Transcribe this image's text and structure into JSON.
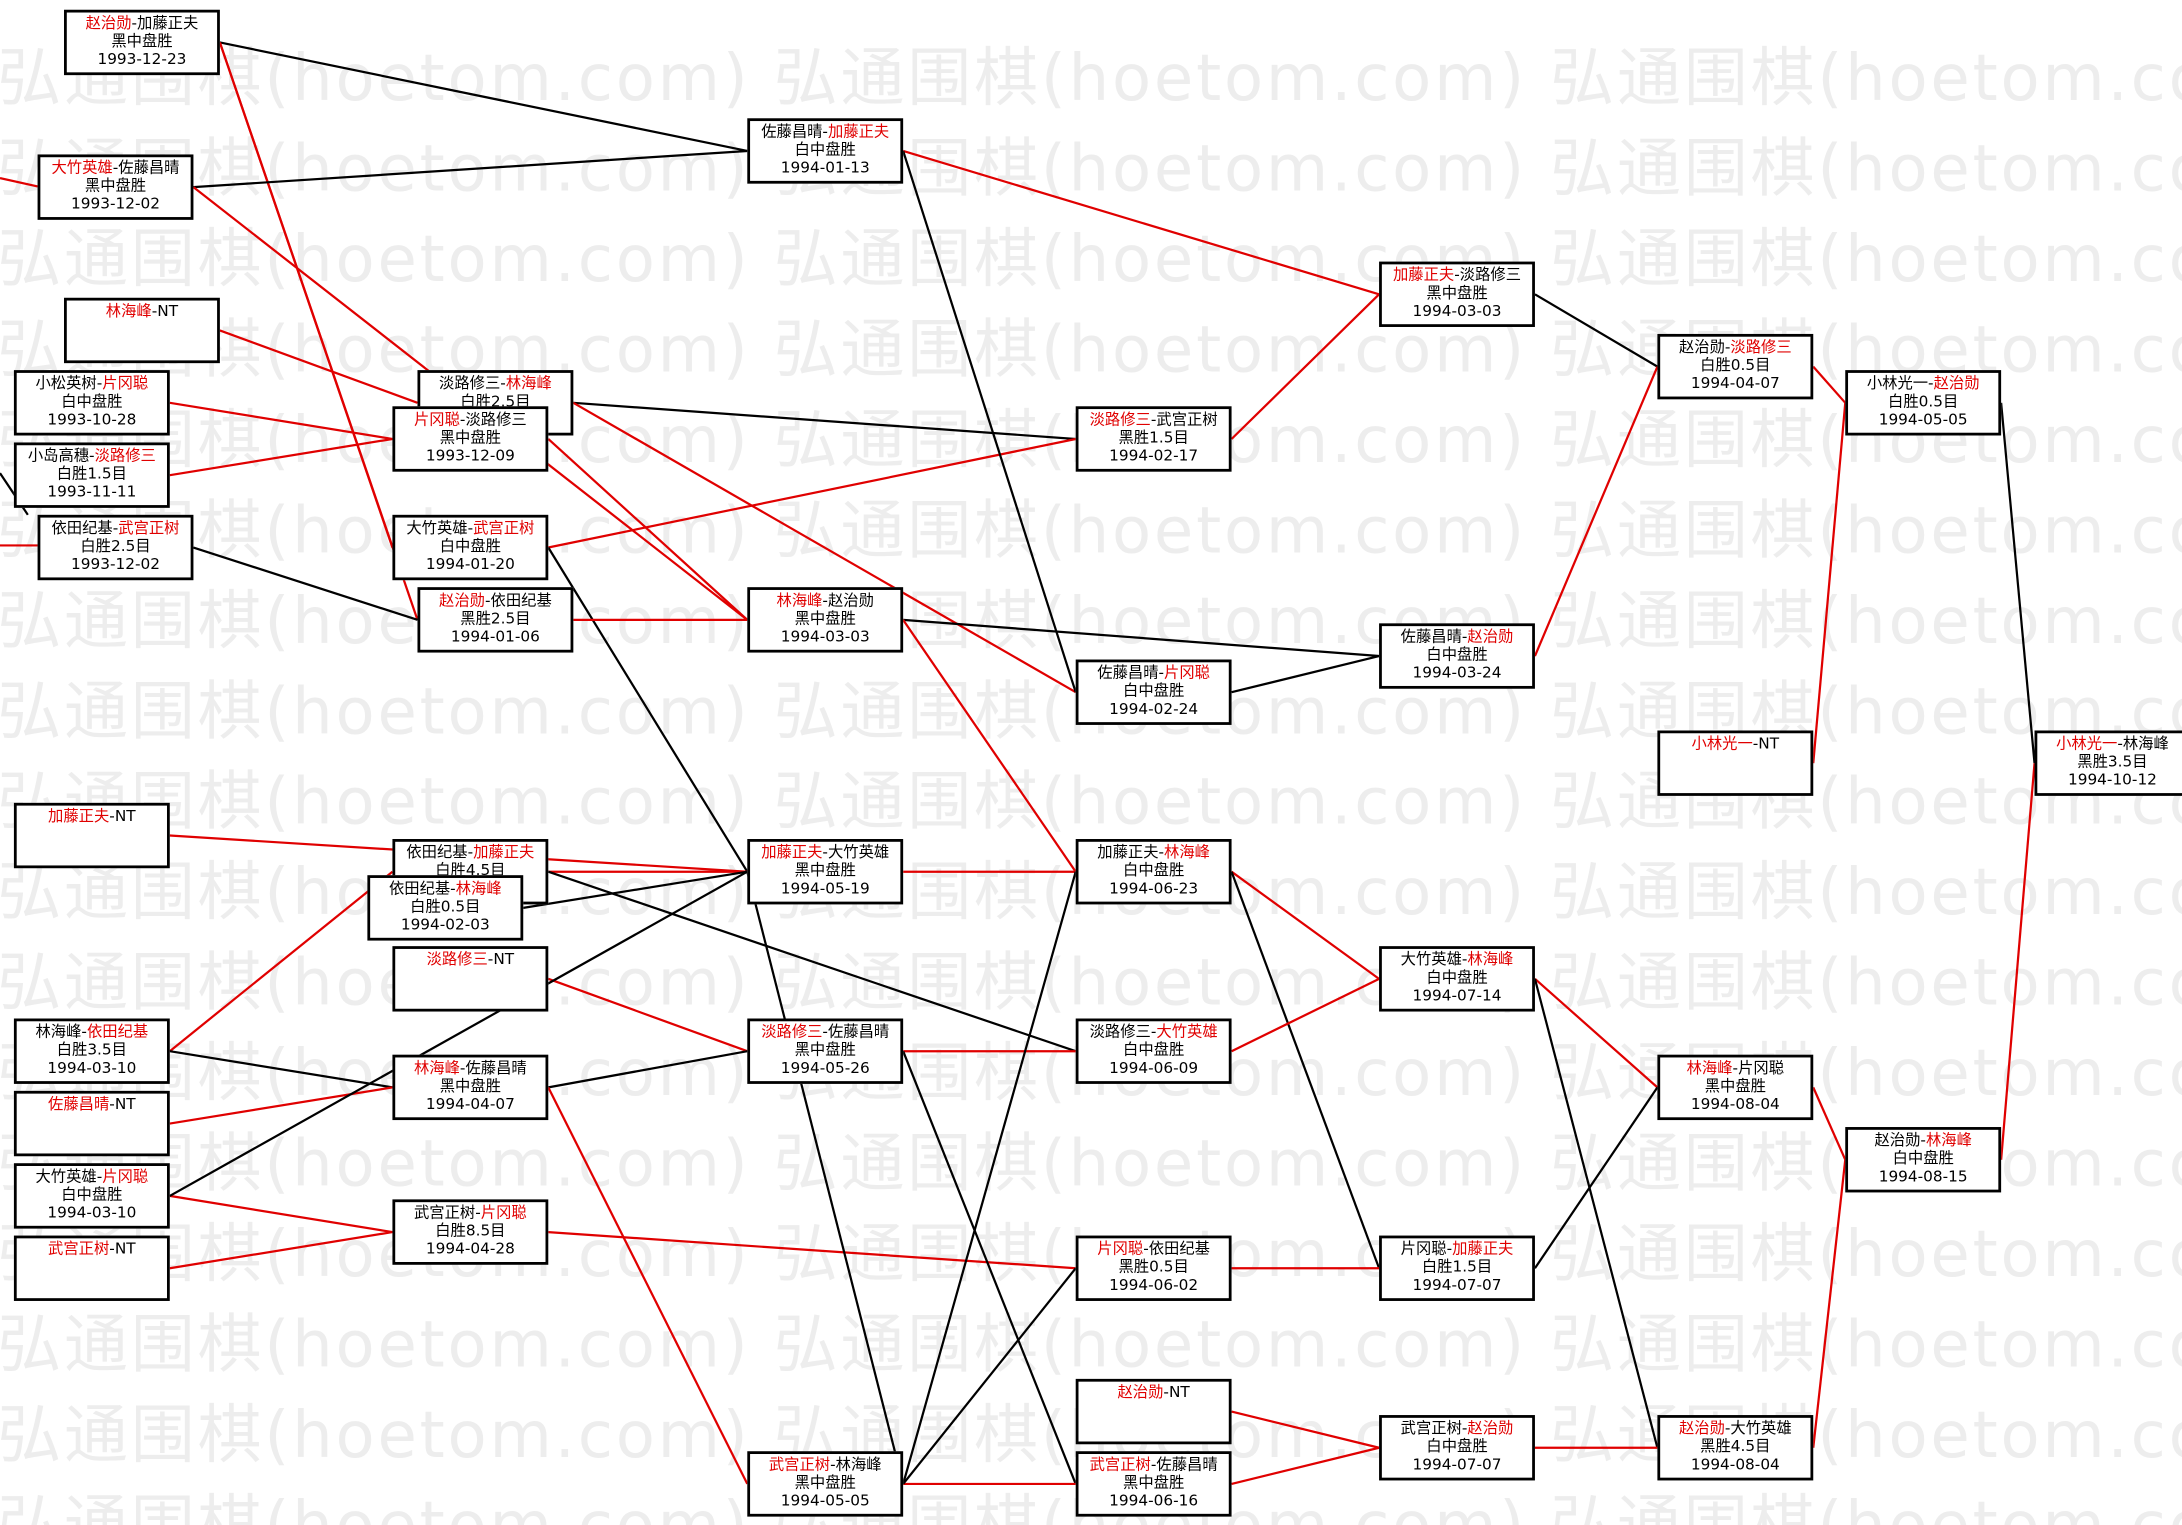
{
  "watermark_text": "弘通围棋(hoetom.com)",
  "colors": {
    "winner": "#e00000",
    "loser": "#000000"
  },
  "nodes": [
    {
      "id": "n1",
      "l": "赵治勋",
      "r": "加藤正夫",
      "w": "l",
      "res": "黑中盘胜",
      "date": "1993-12-23"
    },
    {
      "id": "n2",
      "l": "大竹英雄",
      "r": "佐藤昌晴",
      "w": "l",
      "res": "黑中盘胜",
      "date": "1993-12-02"
    },
    {
      "id": "n3",
      "l": "林海峰",
      "r": "NT",
      "w": "l",
      "res": "",
      "date": ""
    },
    {
      "id": "n4",
      "l": "小松英树",
      "r": "片冈聪",
      "w": "r",
      "res": "白中盘胜",
      "date": "1993-10-28"
    },
    {
      "id": "n5",
      "l": "小岛高穗",
      "r": "淡路修三",
      "w": "r",
      "res": "白胜1.5目",
      "date": "1993-11-11"
    },
    {
      "id": "n6",
      "l": "依田纪基",
      "r": "武宫正树",
      "w": "r",
      "res": "白胜2.5目",
      "date": "1993-12-02"
    },
    {
      "id": "n7",
      "l": "淡路修三",
      "r": "林海峰",
      "w": "r",
      "res": "白胜2.5目",
      "date": "1993-12-03"
    },
    {
      "id": "n8",
      "l": "片冈聪",
      "r": "淡路修三",
      "w": "l",
      "res": "黑中盘胜",
      "date": "1993-12-09"
    },
    {
      "id": "n9",
      "l": "大竹英雄",
      "r": "武宫正树",
      "w": "r",
      "res": "白中盘胜",
      "date": "1994-01-20"
    },
    {
      "id": "n10",
      "l": "赵治勋",
      "r": "依田纪基",
      "w": "l",
      "res": "黑胜2.5目",
      "date": "1994-01-06"
    },
    {
      "id": "n11",
      "l": "佐藤昌晴",
      "r": "加藤正夫",
      "w": "r",
      "res": "白中盘胜",
      "date": "1994-01-13"
    },
    {
      "id": "n12",
      "l": "淡路修三",
      "r": "武宫正树",
      "w": "l",
      "res": "黑胜1.5目",
      "date": "1994-02-17"
    },
    {
      "id": "n13",
      "l": "林海峰",
      "r": "赵治勋",
      "w": "l",
      "res": "黑中盘胜",
      "date": "1994-03-03"
    },
    {
      "id": "n14",
      "l": "佐藤昌晴",
      "r": "片冈聪",
      "w": "r",
      "res": "白中盘胜",
      "date": "1994-02-24"
    },
    {
      "id": "n15",
      "l": "加藤正夫",
      "r": "淡路修三",
      "w": "l",
      "res": "黑中盘胜",
      "date": "1994-03-03"
    },
    {
      "id": "n16",
      "l": "佐藤昌晴",
      "r": "赵治勋",
      "w": "r",
      "res": "白中盘胜",
      "date": "1994-03-24"
    },
    {
      "id": "n17",
      "l": "赵治勋",
      "r": "淡路修三",
      "w": "r",
      "res": "白胜0.5目",
      "date": "1994-04-07"
    },
    {
      "id": "n18",
      "l": "小林光一",
      "r": "赵治勋",
      "w": "r",
      "res": "白胜0.5目",
      "date": "1994-05-05"
    },
    {
      "id": "n19",
      "l": "小林光一",
      "r": "NT",
      "w": "l",
      "res": "",
      "date": ""
    },
    {
      "id": "n20",
      "l": "小林光一",
      "r": "林海峰",
      "w": "l",
      "res": "黑胜3.5目",
      "date": "1994-10-12"
    },
    {
      "id": "n21",
      "l": "加藤正夫",
      "r": "NT",
      "w": "l",
      "res": "",
      "date": ""
    },
    {
      "id": "n22",
      "l": "依田纪基",
      "r": "加藤正夫",
      "w": "r",
      "res": "白胜4.5目",
      "date": "1994-03-17"
    },
    {
      "id": "n23",
      "l": "依田纪基",
      "r": "林海峰",
      "w": "r",
      "res": "白胜0.5目",
      "date": "1994-02-03"
    },
    {
      "id": "n24",
      "l": "淡路修三",
      "r": "NT",
      "w": "l",
      "res": "",
      "date": ""
    },
    {
      "id": "n25",
      "l": "林海峰",
      "r": "依田纪基",
      "w": "r",
      "res": "白胜3.5目",
      "date": "1994-03-10"
    },
    {
      "id": "n26",
      "l": "佐藤昌晴",
      "r": "NT",
      "w": "l",
      "res": "",
      "date": ""
    },
    {
      "id": "n27",
      "l": "大竹英雄",
      "r": "片冈聪",
      "w": "r",
      "res": "白中盘胜",
      "date": "1994-03-10"
    },
    {
      "id": "n28",
      "l": "武宫正树",
      "r": "NT",
      "w": "l",
      "res": "",
      "date": ""
    },
    {
      "id": "n29",
      "l": "林海峰",
      "r": "佐藤昌晴",
      "w": "l",
      "res": "黑中盘胜",
      "date": "1994-04-07"
    },
    {
      "id": "n30",
      "l": "武宫正树",
      "r": "片冈聪",
      "w": "r",
      "res": "白胜8.5目",
      "date": "1994-04-28"
    },
    {
      "id": "n31",
      "l": "加藤正夫",
      "r": "大竹英雄",
      "w": "l",
      "res": "黑中盘胜",
      "date": "1994-05-19"
    },
    {
      "id": "n32",
      "l": "淡路修三",
      "r": "佐藤昌晴",
      "w": "l",
      "res": "黑中盘胜",
      "date": "1994-05-26"
    },
    {
      "id": "n33",
      "l": "武宫正树",
      "r": "林海峰",
      "w": "l",
      "res": "黑中盘胜",
      "date": "1994-05-05"
    },
    {
      "id": "n34",
      "l": "加藤正夫",
      "r": "林海峰",
      "w": "r",
      "res": "白中盘胜",
      "date": "1994-06-23"
    },
    {
      "id": "n35",
      "l": "淡路修三",
      "r": "大竹英雄",
      "w": "r",
      "res": "白中盘胜",
      "date": "1994-06-09"
    },
    {
      "id": "n36",
      "l": "片冈聪",
      "r": "依田纪基",
      "w": "l",
      "res": "黑胜0.5目",
      "date": "1994-06-02"
    },
    {
      "id": "n37",
      "l": "赵治勋",
      "r": "NT",
      "w": "l",
      "res": "",
      "date": ""
    },
    {
      "id": "n38",
      "l": "武宫正树",
      "r": "佐藤昌晴",
      "w": "l",
      "res": "黑中盘胜",
      "date": "1994-06-16"
    },
    {
      "id": "n39",
      "l": "大竹英雄",
      "r": "林海峰",
      "w": "r",
      "res": "白中盘胜",
      "date": "1994-07-14"
    },
    {
      "id": "n40",
      "l": "片冈聪",
      "r": "加藤正夫",
      "w": "r",
      "res": "白胜1.5目",
      "date": "1994-07-07"
    },
    {
      "id": "n41",
      "l": "武宫正树",
      "r": "赵治勋",
      "w": "r",
      "res": "白中盘胜",
      "date": "1994-07-07"
    },
    {
      "id": "n42",
      "l": "林海峰",
      "r": "片冈聪",
      "w": "l",
      "res": "黑中盘胜",
      "date": "1994-08-04"
    },
    {
      "id": "n43",
      "l": "赵治勋",
      "r": "大竹英雄",
      "w": "l",
      "res": "黑胜4.5目",
      "date": "1994-08-04"
    },
    {
      "id": "n44",
      "l": "赵治勋",
      "r": "林海峰",
      "w": "r",
      "res": "白中盘胜",
      "date": "1994-08-15"
    }
  ]
}
